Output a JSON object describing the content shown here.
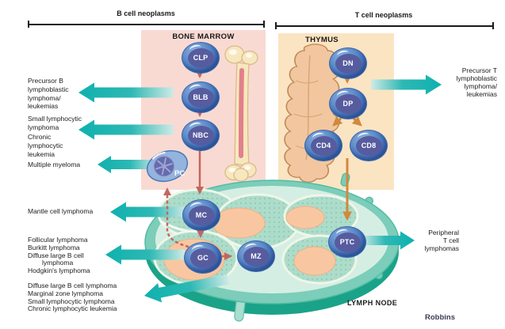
{
  "brackets": {
    "b_label": "B cell neoplasms",
    "t_label": "T cell neoplasms"
  },
  "organs": {
    "bone_marrow": "BONE MARROW",
    "thymus": "THYMUS",
    "lymph_node": "LYMPH NODE"
  },
  "cells": {
    "clp": "CLP",
    "blb": "BLB",
    "nbc": "NBC",
    "pc": "PC",
    "mc": "MC",
    "gc": "GC",
    "mz": "MZ",
    "ptc": "PTC",
    "dn": "DN",
    "dp": "DP",
    "cd4": "CD4",
    "cd8": "CD8"
  },
  "left_labels": {
    "precursor_b": [
      "Precursor B",
      "lymphoblastic",
      "lymphoma/",
      "leukemias"
    ],
    "small_lymphocytic": [
      "Small lymphocytic",
      "lymphoma"
    ],
    "cll": [
      "Chronic",
      "lymphocytic",
      "leukemia"
    ],
    "multiple_myeloma": "Multiple myeloma",
    "mantle": "Mantle cell lymphoma",
    "follicular_group": [
      "Follicular lymphoma",
      "Burkitt lymphoma",
      "Diffuse large B cell",
      "lymphoma",
      "Hodgkin's lymphoma"
    ],
    "marginal_group": [
      "Diffuse large B cell lymphoma",
      "Marginal zone lymphoma",
      "Small lymphocytic lymphoma",
      "Chronic lymphocytic leukemia"
    ]
  },
  "right_labels": {
    "precursor_t": [
      "Precursor T",
      "lymphoblastic",
      "lymphoma/",
      "leukemias"
    ],
    "peripheral_t": [
      "Peripheral",
      "T cell",
      "lymphomas"
    ]
  },
  "credit": "Robbins",
  "colors": {
    "teal_arrow": "#0fb1ae",
    "red_arrow": "#c4665e",
    "orange_arrow": "#cf8a3d",
    "bone_marrow_box": "#f9dad3",
    "thymus_box": "#fbe4c2",
    "node_capsule": "#7ccdb9",
    "node_rim": "#1aa388",
    "node_interior": "#d5eee4",
    "follicle": "#f8c7a2",
    "cell_outer": "#4a7cc0",
    "cell_inner": "#575c9f"
  }
}
